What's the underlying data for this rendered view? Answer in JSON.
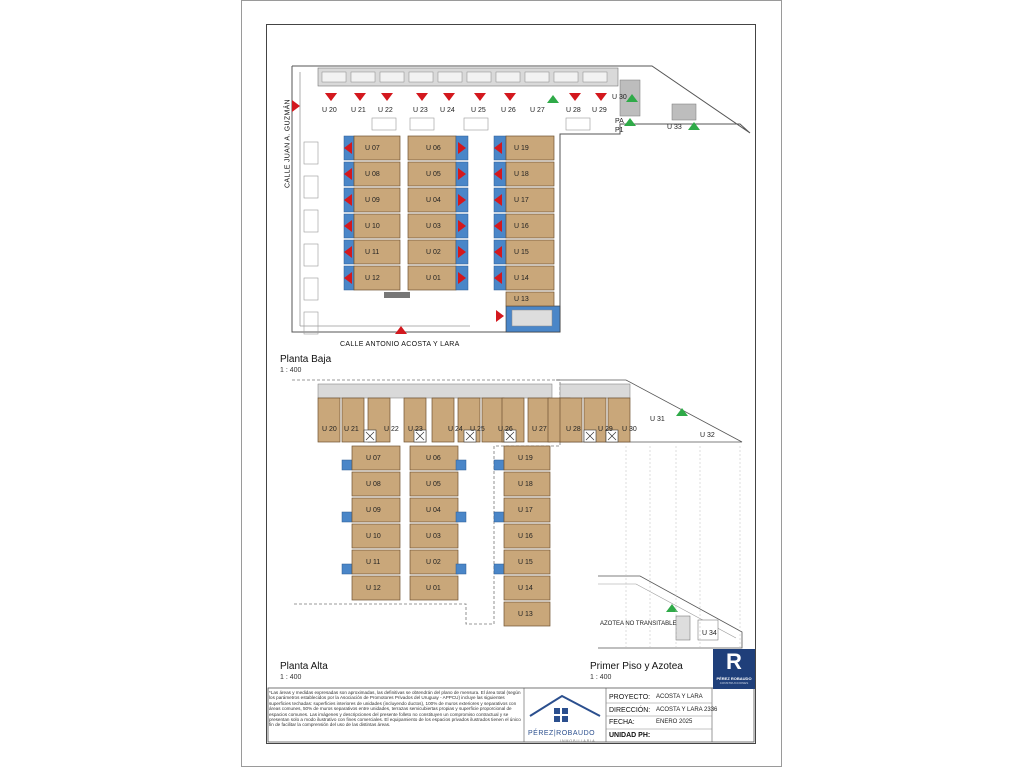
{
  "streets": {
    "left": "CALLE JUAN A. GUZMÁN",
    "bottom": "CALLE ANTONIO ACOSTA Y LARA"
  },
  "plans": {
    "ground": {
      "title": "Planta Baja",
      "scale": "1 : 400"
    },
    "upper": {
      "title": "Planta Alta",
      "scale": "1 : 400"
    },
    "first_roof": {
      "title": "Primer Piso y Azotea",
      "scale": "1 : 400"
    }
  },
  "ground_units": {
    "top_row": [
      "U 20",
      "U 21",
      "U 22",
      "U 23",
      "U 24",
      "U 25",
      "U 26",
      "U 27",
      "U 28",
      "U 29"
    ],
    "u30": "U 30",
    "u33": "U 33",
    "pa": "PA",
    "p1": "P1",
    "left_col": [
      "U 07",
      "U 08",
      "U 09",
      "U 10",
      "U 11",
      "U 12"
    ],
    "mid_col": [
      "U 06",
      "U 05",
      "U 04",
      "U 03",
      "U 02",
      "U 01"
    ],
    "right_col": [
      "U 19",
      "U 18",
      "U 17",
      "U 16",
      "U 15",
      "U 14",
      "U 13"
    ]
  },
  "upper_units": {
    "top_row": [
      "U 20",
      "U 21",
      "U 22",
      "U 23",
      "U 24",
      "U 25",
      "U 26",
      "U 27",
      "U 28",
      "U 29",
      "U 30",
      "U 31",
      "U 32"
    ],
    "left_col": [
      "U 07",
      "U 08",
      "U 09",
      "U 10",
      "U 11",
      "U 12"
    ],
    "mid_col": [
      "U 06",
      "U 05",
      "U 04",
      "U 03",
      "U 02",
      "U 01"
    ],
    "right_col": [
      "U 19",
      "U 18",
      "U 17",
      "U 16",
      "U 15",
      "U 14",
      "U 13"
    ]
  },
  "roof": {
    "label": "AZOTEA NO TRANSITABLE",
    "unit": "U 34"
  },
  "disclaimer": "*Las áreas y medidas expresadas son aproximadas, las definitivas se obtendrán del plano de mensura. El área total (según los parámetros establecidos por la Asociación de Promotores Privados del Uruguay - APPCU) incluye las siguientes superficies techadas: superficies interiores de unidades (incluyendo ductos), 100% de muros exteriores y separativos con áreas comunes, 50% de muros separativos entre unidades, terrazas semicubiertas propias y superficie proporcional de espacios comunes. Las imágenes y descripciones del presente folleto no constituyen un compromiso contractual y se presentan solo a modo ilustrativo con fines comerciales. El equipamiento de los espacios privados ilustrados tienen el único fin de facilitar la comprensión del uso de las distintas áreas.",
  "brand": {
    "name_left": "PÉREZ",
    "name_right": "ROBAUDO",
    "sub": "INMOBILIARIA",
    "logo_letter": "R",
    "logo_name": "PÉREZ ROBAUDO",
    "logo_sub": "CONSTRUCCIONES"
  },
  "title_block": {
    "project_label": "PROYECTO:",
    "project_value": "ACOSTA Y LARA",
    "address_label": "DIRECCIÓN:",
    "address_value": "ACOSTA Y LARA 2336",
    "date_label": "FECHA:",
    "date_value": "ENERO 2025",
    "unit_label": "UNIDAD PH:",
    "unit_value": ""
  },
  "colors": {
    "unit_fill": "#c9a77a",
    "unit_stroke": "#6e5130",
    "patio_fill": "#4a86c8",
    "arrow_red": "#d3181e",
    "arrow_green": "#2faa48",
    "logo_bg": "#1f3f7a",
    "grey_block": "#bdbdbd"
  }
}
